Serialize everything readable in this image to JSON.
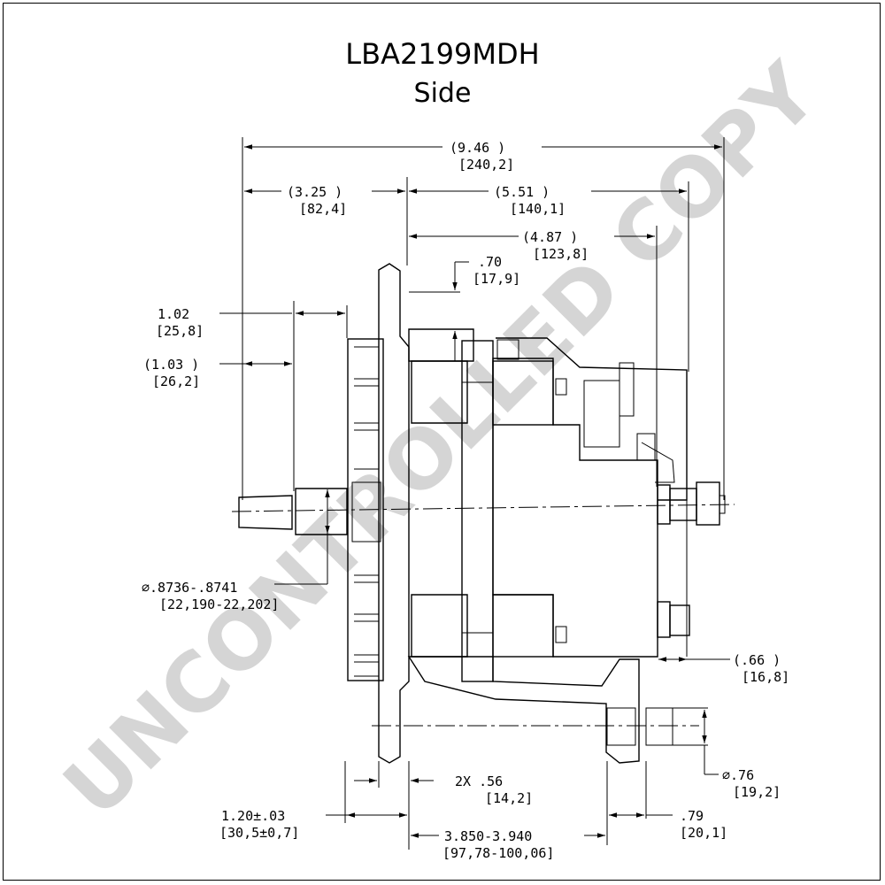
{
  "title": "LBA2199MDH",
  "subtitle": "Side",
  "watermark": "UNCONTROLLED COPY",
  "dimensions": {
    "overall_length": {
      "in": "(9.46    )",
      "mm": "[240,2]"
    },
    "front_to_mount": {
      "in": "(3.25   )",
      "mm": "[82,4]"
    },
    "mount_to_rear": {
      "in": "(5.51    )",
      "mm": "[140,1]"
    },
    "mount_to_terminal": {
      "in": "(4.87    )",
      "mm": "[123,8]"
    },
    "ear_offset": {
      "in": ".70",
      "mm": "[17,9]"
    },
    "shaft_step": {
      "in": "1.02",
      "mm": "[25,8]"
    },
    "shaft_length": {
      "in": "(1.03   )",
      "mm": "[26,2]"
    },
    "shaft_diameter": {
      "in": "∅.8736-.8741",
      "mm": "[22,190-22,202]"
    },
    "terminal_offset": {
      "in": "(.66    )",
      "mm": "[16,8]"
    },
    "mount_hole_diameter": {
      "in": "∅.76",
      "mm": "[19,2]"
    },
    "ear_width": {
      "in": "2X  .56",
      "mm": "[14,2]"
    },
    "pulley_width": {
      "in": "1.20±.03",
      "mm": "[30,5±0,7]"
    },
    "foot_width": {
      "in": ".79",
      "mm": "[20,1]"
    },
    "mount_span": {
      "in": "3.850-3.940",
      "mm": "[97,78-100,06]"
    }
  }
}
